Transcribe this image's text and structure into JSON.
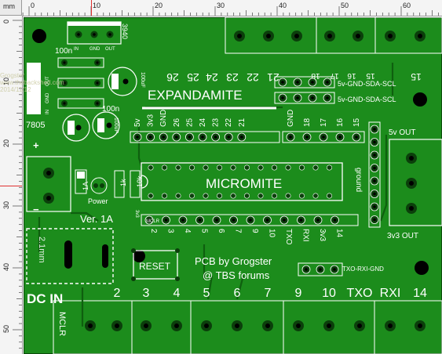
{
  "ruler": {
    "unit": "mm",
    "top_labels": [
      "0",
      "10",
      "20",
      "30",
      "40",
      "50",
      "60"
    ],
    "left_labels": [
      "0",
      "10",
      "20",
      "30",
      "40",
      "50"
    ]
  },
  "watermark": {
    "lines": [
      "Grogster",
      "www.thebackshed.com",
      "2014/11/12"
    ]
  },
  "board": {
    "colors": {
      "board": "#1c8c1c",
      "copper": "#0f5f0f",
      "silk": "#ffffff",
      "hole": "#000000",
      "pad": "#0b3f0b",
      "boardEdge": "#0a4a0a"
    },
    "title": "EXPANDAMITE",
    "chip_label": "MICROMITE",
    "version": "Ver. 1A",
    "credit_line1": "PCB by Grogster",
    "credit_line2": "@ TBS forums",
    "reset_label": "RESET",
    "mclr_small": "MCLR",
    "power_label": "Power",
    "ground_label": "ground",
    "regulator_3940": "3940",
    "reg_pins": [
      "IN",
      "GND",
      "OUT"
    ],
    "reg_7805": "7805",
    "reg_7805_pins": [
      "IN",
      "GND",
      "OUT"
    ],
    "reg_side_pins": [
      "IN",
      "GND"
    ],
    "cap_100n_top": "100n",
    "cap_100n_mid": "100n",
    "cap_100uf_right": "100uF",
    "cap_100uf_left": "100uF",
    "plus_sign": "+",
    "minus_sign": "−",
    "fuse_label": "1A",
    "res_1k": "1k",
    "res_10k": "10k",
    "i2c_label_1": "5v-GND-SDA-SCL",
    "i2c_label_2": "5v-GND-SDA-SCL",
    "uart_label": "TXO-RXI-GND",
    "out5v_label": "5v OUT",
    "out3v3_label": "3v3 OUT",
    "dcin_label": "DC IN",
    "mclr_bottom": "MCLR",
    "dc_side_text": "2.1mm",
    "three_v3_small": "3v3",
    "header_top_left_labels": [
      "5v",
      "3v3",
      "GND",
      "26",
      "25",
      "24",
      "23",
      "22",
      "21"
    ],
    "header_top_right_labels": [
      "GND",
      "18",
      "17",
      "16",
      "15"
    ],
    "header_bottom_left_labels": [
      "2",
      "3",
      "4",
      "5",
      "6",
      "7",
      "9",
      "10"
    ],
    "header_bottom_right_labels": [
      "TXO",
      "RXI",
      "3v3",
      "14"
    ],
    "top_upside_labels": [
      "26",
      "25",
      "24",
      "23",
      "22",
      "21",
      "18",
      "17",
      "16",
      "15"
    ],
    "bottom_big_labels": [
      "2",
      "3",
      "4",
      "5",
      "6",
      "7",
      "9",
      "10",
      "TXO",
      "RXI",
      "14"
    ]
  }
}
